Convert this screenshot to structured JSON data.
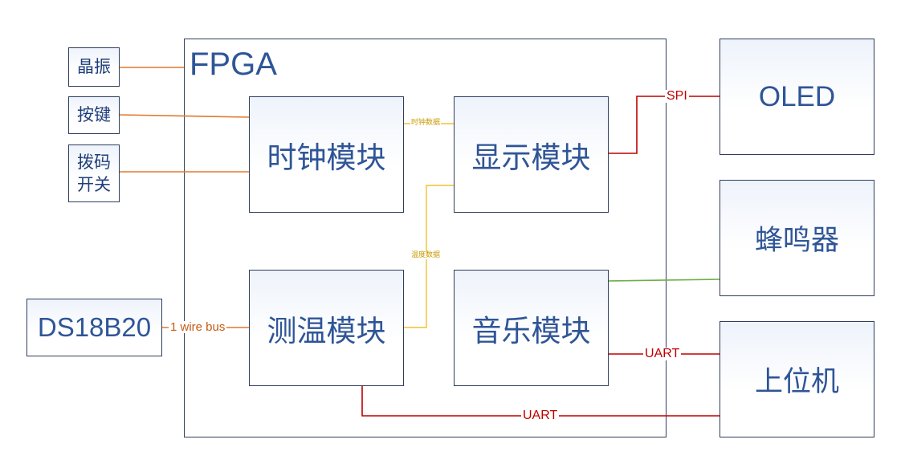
{
  "fpga": {
    "title": "FPGA"
  },
  "inputs": {
    "crystal": "晶振",
    "button": "按键",
    "dip_switch_line1": "拨码",
    "dip_switch_line2": "开关",
    "sensor": "DS18B20"
  },
  "modules": {
    "clock": "时钟模块",
    "display": "显示模块",
    "temperature": "测温模块",
    "music": "音乐模块"
  },
  "outputs": {
    "oled": "OLED",
    "buzzer": "蜂鸣器",
    "host": "上位机"
  },
  "connections": {
    "clock_data": "时钟数据",
    "temp_data": "温度数据",
    "spi": "SPI",
    "one_wire": "1 wire bus",
    "uart_music": "UART",
    "uart_temp": "UART"
  },
  "colors": {
    "orange": "#e0782e",
    "yellow": "#f2c12e",
    "red": "#c00000",
    "green": "#70ad47",
    "box_border": "#2f3e5c",
    "text_blue": "#2f5597"
  }
}
